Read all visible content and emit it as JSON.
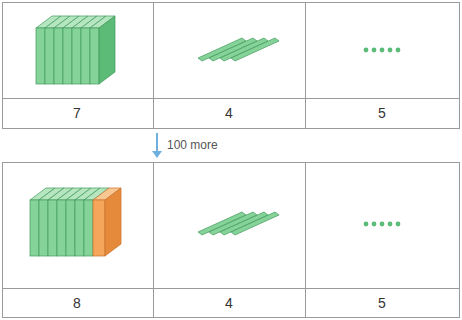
{
  "diagram": {
    "labels": [
      "7",
      "4",
      "5",
      "100 more",
      "8",
      "4",
      "5"
    ]
  }
}
